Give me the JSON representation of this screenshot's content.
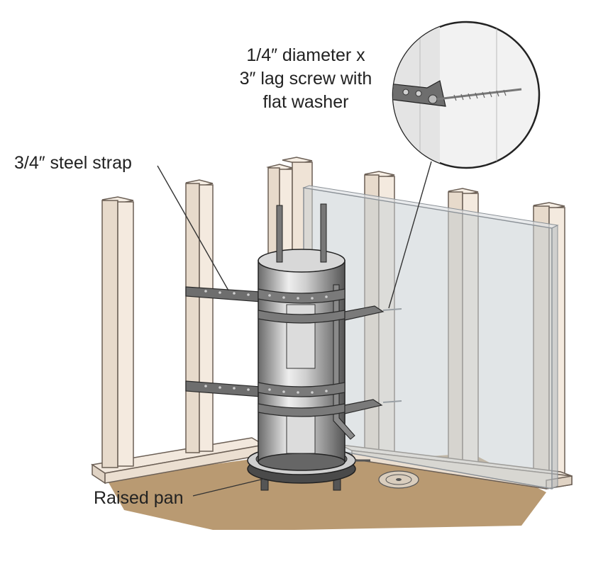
{
  "labels": {
    "screw_line1": "1/4″ diameter x",
    "screw_line2": "3″ lag screw with",
    "screw_line3": "flat washer",
    "strap": "3/4″ steel strap",
    "pan": "Raised pan"
  },
  "colors": {
    "floor": "#b99a72",
    "stud": "#efe3d6",
    "stud_edge": "#6b5f55",
    "wallboard": "#d9dde0",
    "tank_light": "#e6e6e6",
    "tank_dark": "#5a5a5a",
    "strap": "#6e6e6e",
    "outline": "#2a2a2a"
  }
}
